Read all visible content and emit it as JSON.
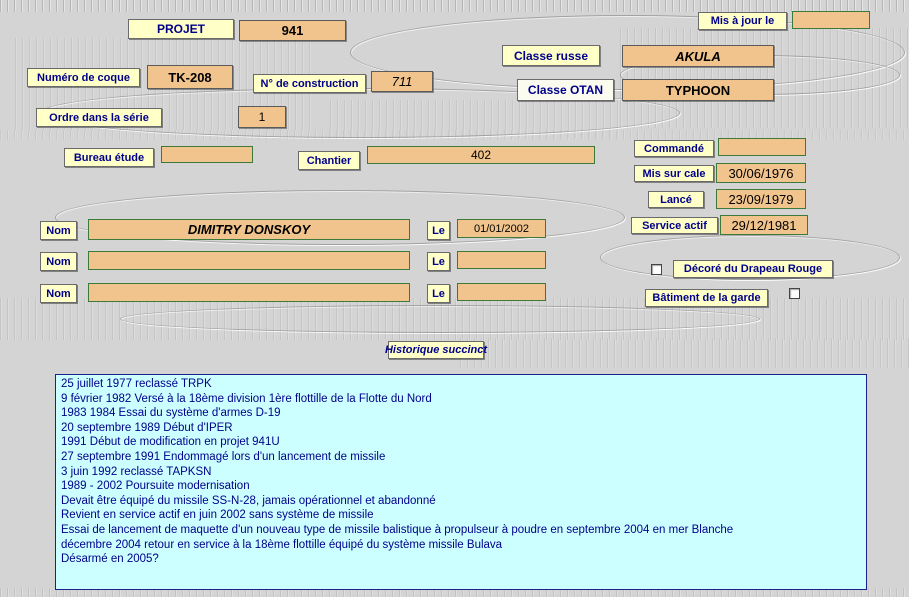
{
  "header": {
    "projet_label": "PROJET",
    "projet_value": "941",
    "updated_label": "Mis à jour le",
    "updated_value": ""
  },
  "classes": {
    "russe_label": "Classe russe",
    "russe_value": "AKULA",
    "otan_label": "Classe OTAN",
    "otan_value": "TYPHOON"
  },
  "identification": {
    "hull_number_label": "Numéro de coque",
    "hull_number_value": "TK-208",
    "construction_label": "N° de construction",
    "construction_value": "711",
    "serie_label": "Ordre dans la série",
    "serie_value": "1",
    "bureau_label": "Bureau étude",
    "bureau_value": "",
    "chantier_label": "Chantier",
    "chantier_value": "402"
  },
  "milestones": {
    "commande_label": "Commandé",
    "commande_value": "",
    "cale_label": "Mis sur cale",
    "cale_value": "30/06/1976",
    "lance_label": "Lancé",
    "lance_value": "23/09/1979",
    "service_label": "Service actif",
    "service_value": "29/12/1981"
  },
  "names": {
    "nom_label": "Nom",
    "le_label": "Le",
    "rows": [
      {
        "nom": "DIMITRY DONSKOY",
        "date": "01/01/2002"
      },
      {
        "nom": "",
        "date": ""
      },
      {
        "nom": "",
        "date": ""
      }
    ]
  },
  "honors": {
    "drapeau_label": "Décoré du Drapeau Rouge",
    "drapeau_checked": false,
    "garde_label": "Bâtiment de la garde",
    "garde_checked": false
  },
  "history": {
    "title": "Historique succinct",
    "lines": [
      "25 juillet 1977 reclassé TRPK",
      "9 février 1982 Versé à la 18ème division 1ère flottille de la Flotte du Nord",
      "1983 1984 Essai du système d'armes D-19",
      "20 septembre 1989 Début d'IPER",
      "1991 Début de modification en projet 941U",
      "27 septembre 1991 Endommagé lors d'un lancement de missile",
      "3 juin 1992 reclassé TAPKSN",
      "1989 - 2002 Poursuite modernisation",
      "Devait être équipé du missile SS-N-28, jamais opérationnel et abandonné",
      "Revient en service actif en juin 2002 sans système de missile",
      "Essai de lancement de maquette d'un nouveau type de missile balistique à propulseur à poudre en septembre 2004 en mer Blanche",
      "décembre 2004 retour en service à la 18ème flottille équipé du système missile Bulava",
      "Désarmé en 2005?"
    ]
  },
  "colors": {
    "label_bg": "#FFFFC8",
    "label_text": "#00008B",
    "field_bg": "#F2C48D",
    "history_bg": "#CCFFFF",
    "history_text": "#00008B",
    "background": "#D4D4D4"
  }
}
